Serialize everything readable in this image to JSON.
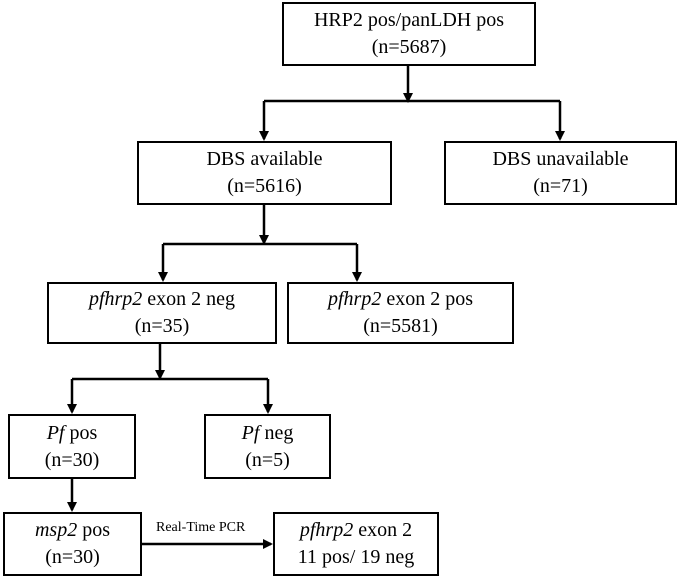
{
  "nodes": {
    "root": {
      "line1": "HRP2 pos/panLDH pos",
      "line2": "(n=5687)"
    },
    "dbs_available": {
      "line1": "DBS available",
      "line2": "(n=5616)"
    },
    "dbs_unavailable": {
      "line1": "DBS unavailable",
      "line2": "(n=71)"
    },
    "exon2_neg": {
      "gene": "pfhrp2",
      "line1_rest": " exon 2 neg",
      "line2": "(n=35)"
    },
    "exon2_pos": {
      "gene": "pfhrp2",
      "line1_rest": " exon 2 pos",
      "line2": "(n=5581)"
    },
    "pf_pos": {
      "species": "Pf",
      "line1_rest": " pos",
      "line2": "(n=30)"
    },
    "pf_neg": {
      "species": "Pf",
      "line1_rest": " neg",
      "line2": "(n=5)"
    },
    "msp2_pos": {
      "gene": "msp2",
      "line1_rest": " pos",
      "line2": "(n=30)"
    },
    "exon2_result": {
      "gene": "pfhrp2",
      "line1_rest": " exon 2",
      "line2": "11 pos/ 19  neg"
    }
  },
  "edge_labels": {
    "realtime_pcr": "Real-Time PCR"
  }
}
